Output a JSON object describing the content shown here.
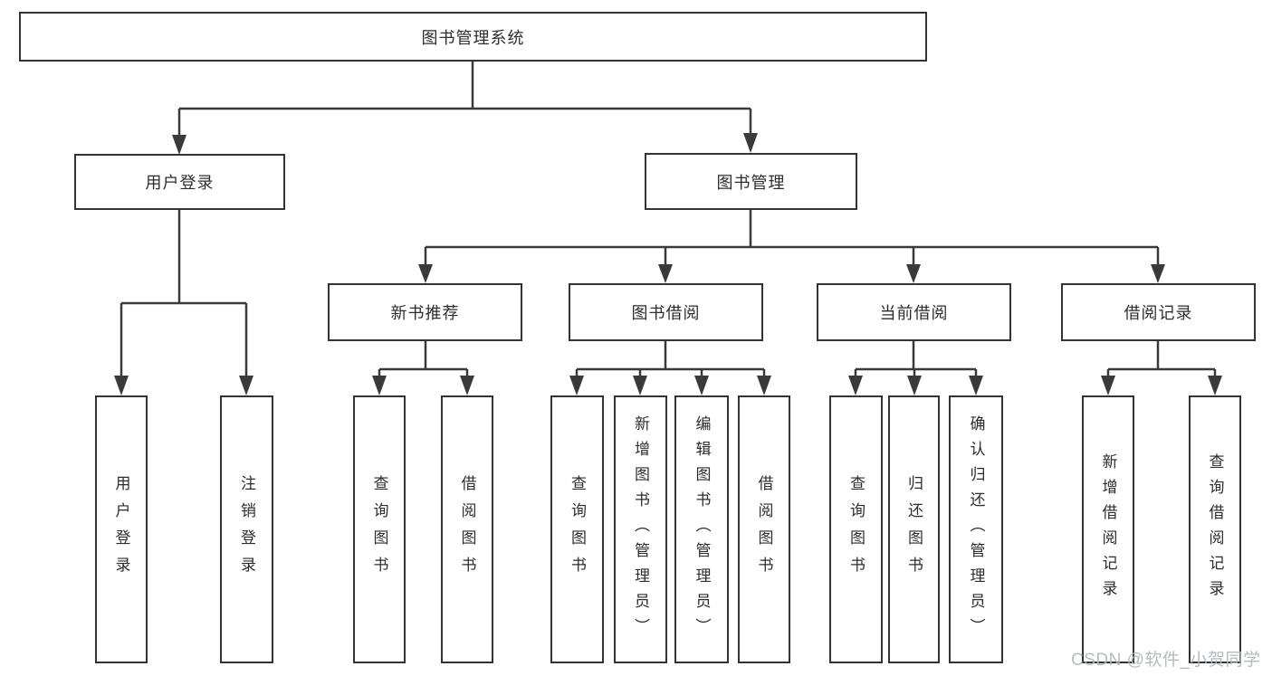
{
  "diagram": {
    "type": "hierarchy-tree",
    "title": "图书管理系统",
    "watermark": "CSDN @软件_小贺同学",
    "colors": {
      "line": "#3a3a3a",
      "box_border": "#333333",
      "box_fill": "#ffffff",
      "text": "#2d2d2d",
      "watermark": "#b2b7bf"
    },
    "tree": {
      "root": {
        "label": "图书管理系统"
      },
      "level2": [
        {
          "label": "用户登录"
        },
        {
          "label": "图书管理"
        }
      ],
      "level3": [
        {
          "label": "新书推荐"
        },
        {
          "label": "图书借阅"
        },
        {
          "label": "当前借阅"
        },
        {
          "label": "借阅记录"
        }
      ],
      "leaves": {
        "user_login": [
          {
            "label": "用户登录"
          },
          {
            "label": "注销登录"
          }
        ],
        "new_books": [
          {
            "label": "查询图书"
          },
          {
            "label": "借阅图书"
          }
        ],
        "book_borrow": [
          {
            "label": "查询图书"
          },
          {
            "label": "新增图书（管理员）"
          },
          {
            "label": "编辑图书（管理员）"
          },
          {
            "label": "借阅图书"
          }
        ],
        "current_borrow": [
          {
            "label": "查询图书"
          },
          {
            "label": "归还图书"
          },
          {
            "label": "确认归还（管理员）"
          }
        ],
        "borrow_records": [
          {
            "label": "新增借阅记录"
          },
          {
            "label": "查询借阅记录"
          }
        ]
      }
    }
  }
}
